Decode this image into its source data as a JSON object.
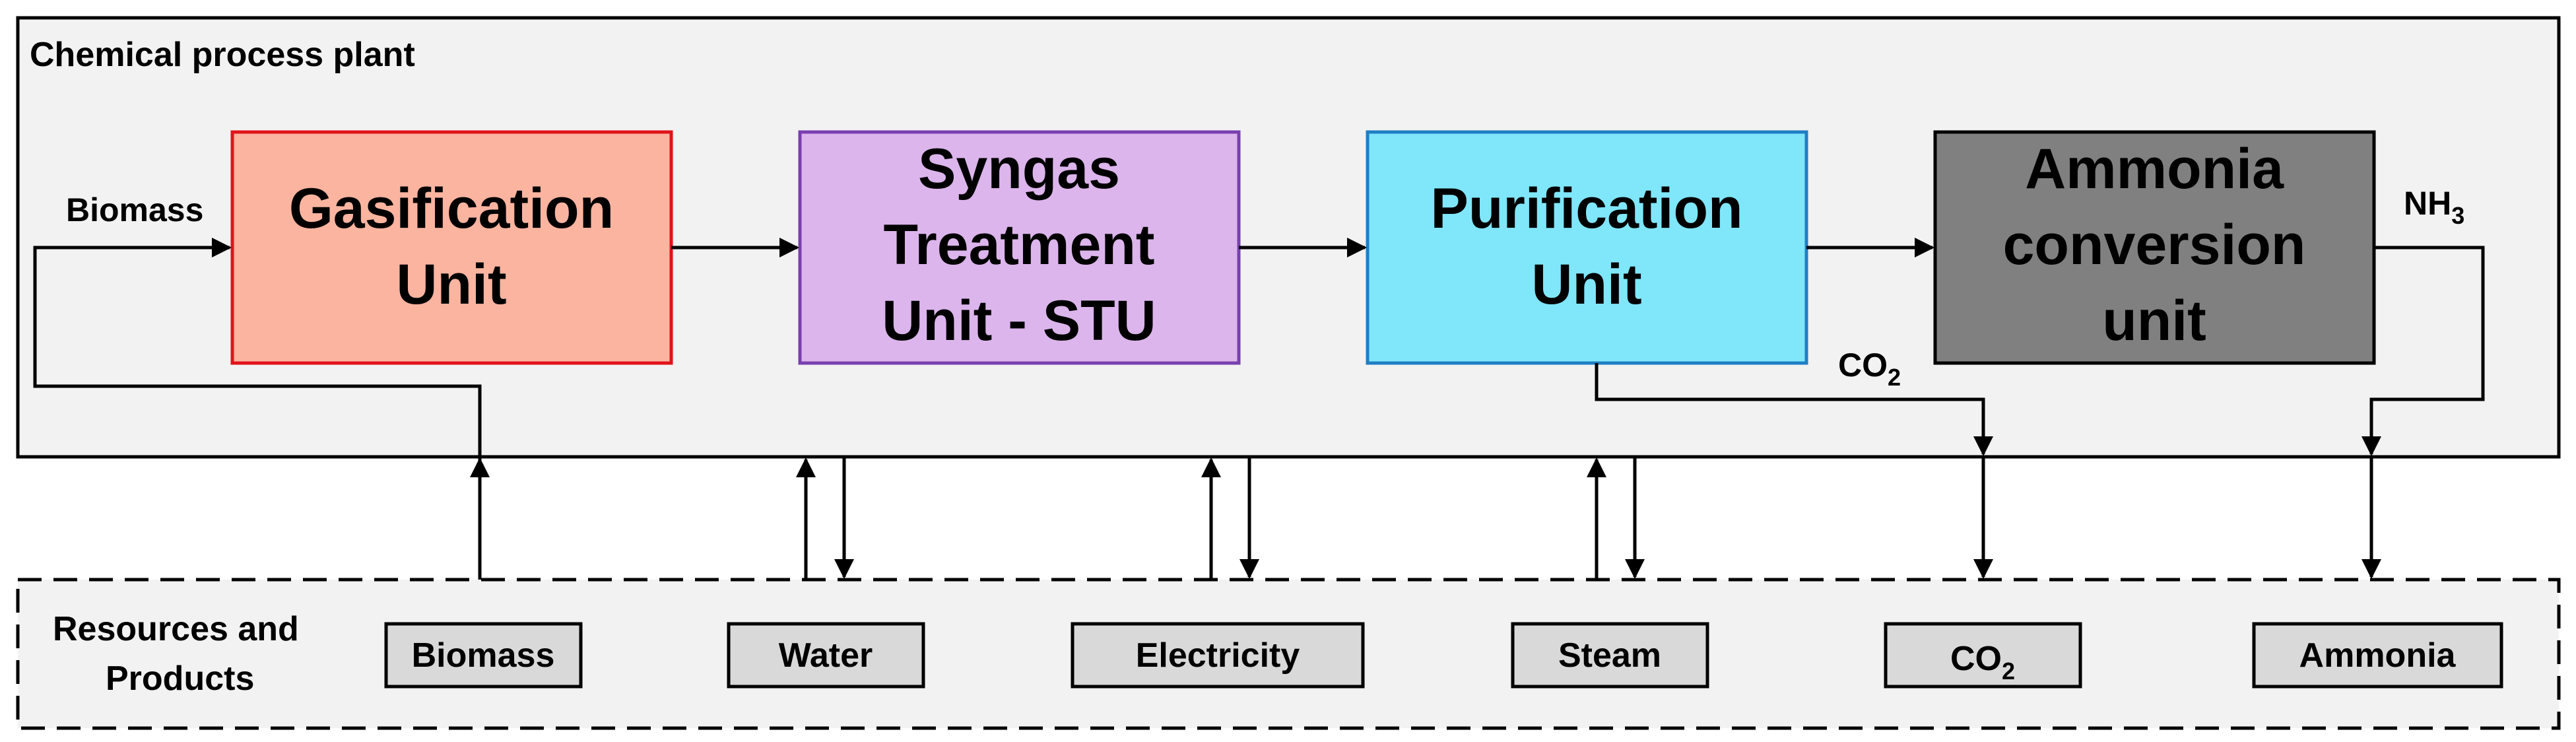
{
  "plant": {
    "label": "Chemical process plant"
  },
  "resources": {
    "label_line1": "Resources and",
    "label_line2": "Products"
  },
  "units": [
    {
      "line1": "Gasification",
      "line2": "Unit",
      "fill": "#fbb4a0",
      "stroke": "#e0131a"
    },
    {
      "line1": "Syngas",
      "line2": "Treatment",
      "line3": "Unit - STU",
      "fill": "#dcb5ec",
      "stroke": "#7a3fb0"
    },
    {
      "line1": "Purification",
      "line2": "Unit",
      "fill": "#80e6fa",
      "stroke": "#1f7fc4"
    },
    {
      "line1": "Ammonia",
      "line2": "conversion",
      "line3": "unit",
      "fill": "#808080",
      "stroke": "#000000"
    }
  ],
  "flows": {
    "biomass_in": "Biomass",
    "nh3": {
      "main": "NH",
      "sub": "3"
    },
    "co2": {
      "main": "CO",
      "sub": "2"
    }
  },
  "resource_items": [
    {
      "label": "Biomass"
    },
    {
      "label": "Water"
    },
    {
      "label": "Electricity"
    },
    {
      "label": "Steam"
    },
    {
      "label": "CO",
      "sub": "2"
    },
    {
      "label": "Ammonia"
    }
  ]
}
